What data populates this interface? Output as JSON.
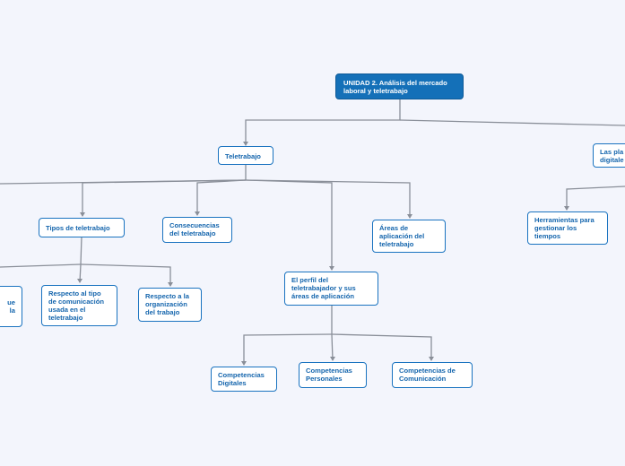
{
  "colors": {
    "root_bg": "#1470b8",
    "node_border": "#1a73c0",
    "node_text": "#1465ad",
    "connector": "#8a8f99",
    "background": "#f3f5fc"
  },
  "nodes": {
    "root": "UNIDAD 2. Análisis del mercado laboral y teletrabajo",
    "teletrabajo": "Teletrabajo",
    "plataformas": "Las pla\ndigitale",
    "tipos": "Tipos de teletrabajo",
    "consecuencias": "Consecuencias del teletrabajo",
    "perfil": "El perfil del teletrabajador y sus áreas de aplicación",
    "areas": "Áreas de aplicación del teletrabajo",
    "herramientas": "Herramientas para gestionar los tiempos",
    "clipped_left": "ue\nla",
    "comunicacion_tipo": "Respecto al tipo de comunicación usada en el teletrabajo",
    "organizacion": "Respecto a la organización del trabajo",
    "comp_digitales": "Competencias Digitales",
    "comp_personales": "Competencias Personales",
    "comp_comunicacion": "Competencias de Comunicación"
  }
}
